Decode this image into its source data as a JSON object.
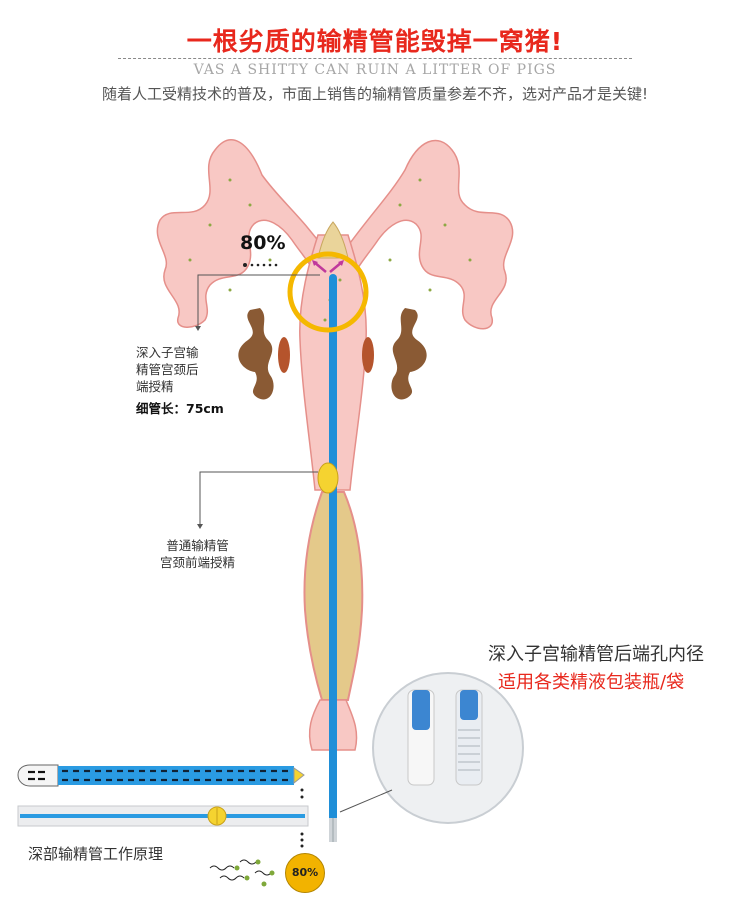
{
  "header": {
    "title": "一根劣质的输精管能毁掉一窝猪!",
    "subtitle_en": "VAS A SHITTY CAN RUIN A LITTER OF PIGS",
    "subtitle_cn": "随着人工受精技术的普及，市面上销售的输精管质量参差不齐，选对产品才是关键!"
  },
  "diagram": {
    "top_percent": "80%",
    "deep_label": [
      "深入子宫输",
      "精管宫颈后",
      "端授精"
    ],
    "tube_length": "细管长：75cm",
    "normal_label": [
      "普通输精管",
      "宫颈前端授精"
    ],
    "right_title": "深入子宫输精管后端孔内径",
    "right_subtitle": "适用各类精液包装瓶/袋",
    "bottom_label": "深部输精管工作原理",
    "bottom_percent": "80%"
  },
  "colors": {
    "title_red": "#e8281d",
    "uterus_pink": "#f8c8c4",
    "uterus_outline": "#e58f8a",
    "tube_blue": "#1f8fd8",
    "cervix_tan": "#e4c98a",
    "ring_yellow": "#f5b800",
    "ovary_brown": "#8a5a34"
  }
}
